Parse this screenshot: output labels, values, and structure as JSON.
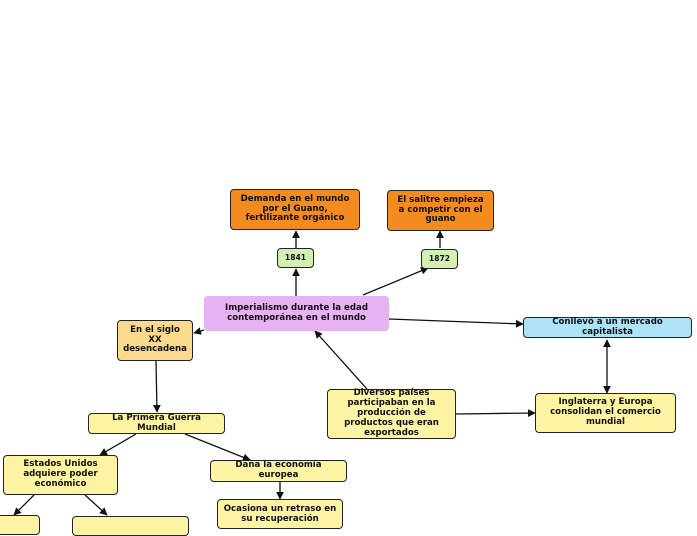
{
  "nodes": {
    "demanda": "Demanda en el mundo por el Guano, fertilizante orgánico",
    "salitre": "El salitre empieza a competir con el guano",
    "y1841": "1841",
    "y1872": "1872",
    "central": "Imperialismo durante la edad contemporánea en el mundo",
    "siglo": "En el siglo XX desencadena",
    "mercado": "Conllevó a un mercado capitalista",
    "diversos": "Diversos países participaban en la producción de productos que eran exportados",
    "inglaterra": "Inglaterra y Europa consolidan el comercio mundial",
    "guerra": "La Primera Guerra Mundial",
    "eeuu": "Estados Unidos adquiere poder económico",
    "dana": "Daña la economía europea",
    "retraso": "Ocasiona un retraso en su recuperación",
    "bl1": "",
    "bl2": ""
  },
  "colors": {
    "orange": "#f28c1e",
    "green": "#d4efb4",
    "pink": "#e6b2f2",
    "blue": "#aee2f6",
    "yellow": "#fdf4a3",
    "peach": "#fbd98d"
  }
}
